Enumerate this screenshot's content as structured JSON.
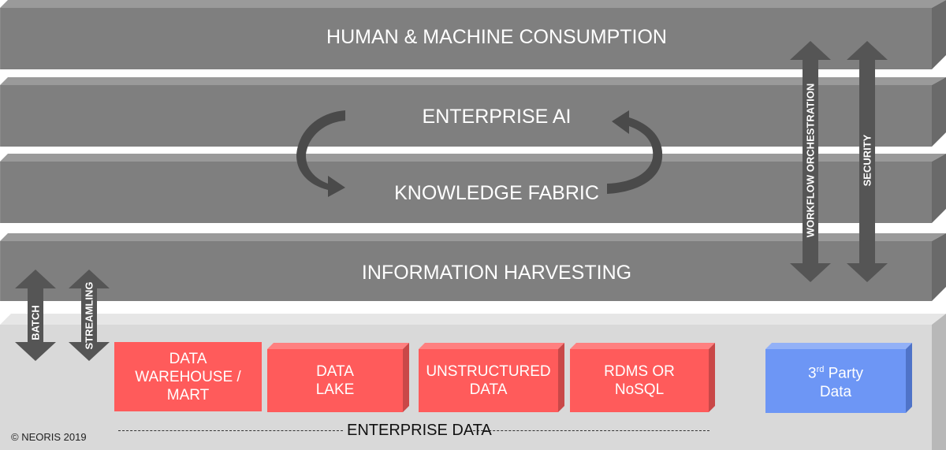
{
  "diagram": {
    "layers": [
      {
        "id": "consumption",
        "label": "HUMAN & MACHINE CONSUMPTION"
      },
      {
        "id": "enterprise-ai",
        "label": "ENTERPRISE AI"
      },
      {
        "id": "knowledge-fabric",
        "label": "KNOWLEDGE FABRIC"
      },
      {
        "id": "harvesting",
        "label": "INFORMATION HARVESTING"
      }
    ],
    "cross_cutting": [
      {
        "id": "workflow",
        "label": "WORKFLOW ORCHESTRATION"
      },
      {
        "id": "security",
        "label": "SECURITY"
      }
    ],
    "ingestion": [
      {
        "id": "batch",
        "label": "BATCH"
      },
      {
        "id": "streaming",
        "label": "STREAMLING"
      }
    ],
    "sources": [
      {
        "id": "dwh",
        "line1": "DATA",
        "line2": "WAREHOUSE /",
        "line3": "MART"
      },
      {
        "id": "lake",
        "line1": "DATA",
        "line2": "LAKE"
      },
      {
        "id": "unstructured",
        "line1": "UNSTRUCTURED",
        "line2": "DATA"
      },
      {
        "id": "rdms",
        "line1": "RDMS OR",
        "line2": "NoSQL"
      }
    ],
    "third_party": {
      "base": "3",
      "sup": "rd",
      "rest": " Party",
      "line2": "Data"
    },
    "base_label": "ENTERPRISE DATA",
    "copyright": "© NEORIS 2019",
    "colors": {
      "layer_face": "#7f7f7f",
      "layer_top": "#9a9a9a",
      "arrow": "#555555",
      "base_face": "#d9d9d9",
      "source_red": "#ff5b5b",
      "third_party_blue": "#6d96f5"
    }
  }
}
